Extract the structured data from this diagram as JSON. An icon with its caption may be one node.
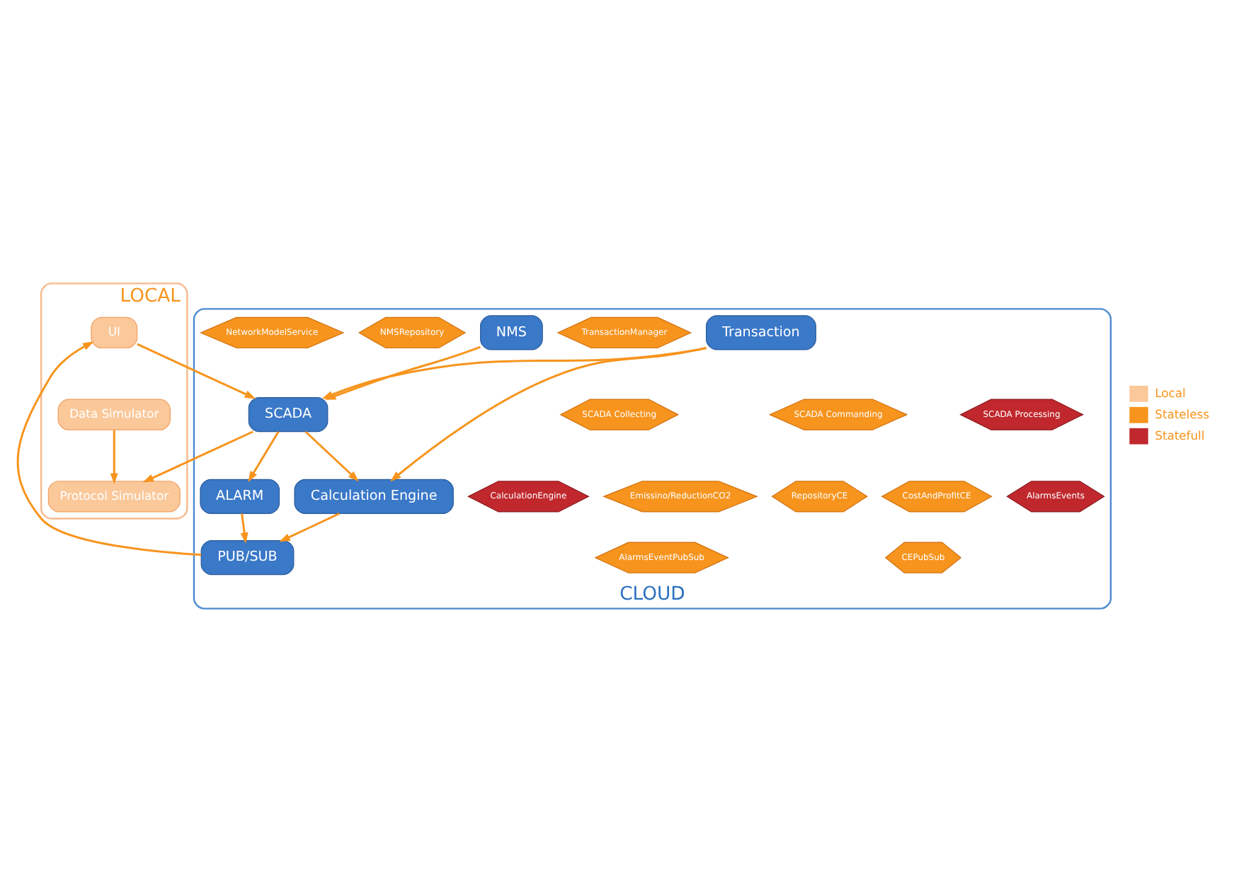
{
  "diagram": {
    "nodes": [
      {
        "text": [
          "LOCAL"
        ]
      },
      {
        "text": [
          "Data Simulator"
        ],
        "in": 0
      },
      {
        "text": [
          "Protocol Simulator"
        ],
        "in": 0
      },
      {
        "text": [
          "UI"
        ],
        "in": 0
      },
      {
        "text": [
          "CLOUD"
        ]
      },
      {
        "text": [
          "SCADA"
        ],
        "in": 4
      },
      {
        "text": [
          "SCADA Processing"
        ],
        "in": 4
      },
      {
        "text": [
          "SCADA Commanding"
        ],
        "in": 4
      },
      {
        "text": [
          "SCADA Collecting"
        ],
        "in": 4
      },
      {
        "text": [
          "PUB/SUB"
        ],
        "in": 4
      },
      {
        "text": [
          "CEPubSub"
        ],
        "in": 4
      },
      {
        "text": [
          "AlarmsEventPubSub"
        ],
        "in": 4
      },
      {
        "text": [
          "ALARM"
        ],
        "in": 4
      },
      {
        "text": [
          "AlarmsEvents"
        ],
        "in": 4
      },
      {
        "text": [
          "Transaction"
        ],
        "in": 4
      },
      {
        "text": [
          "TransactionManager"
        ],
        "in": 4
      },
      {
        "text": [
          "Calculation Engine"
        ],
        "in": 4
      },
      {
        "text": [
          "CostAndProfitCE"
        ],
        "in": 4
      },
      {
        "text": [
          "RepositoryCE"
        ],
        "in": 4
      },
      {
        "text": [
          "Emissino/ReductionCO2"
        ],
        "in": 4
      },
      {
        "text": [
          "CalculationEngine"
        ],
        "in": 4
      },
      {
        "text": [
          "NMS"
        ],
        "in": 4
      },
      {
        "text": [
          "NMSRepository"
        ],
        "in": 4
      },
      {
        "text": [
          "NetworkModelService"
        ],
        "in": 4
      }
    ],
    "edges": [
      {
        "from": 1,
        "to": 2,
        "arrow": "to"
      },
      {
        "from": 5,
        "to": 2,
        "arrow": "to"
      },
      {
        "from": 3,
        "to": 5,
        "arrow": "to"
      },
      {
        "from": 9,
        "to": 3,
        "arrow": "to"
      },
      {
        "from": 5,
        "to": 12,
        "arrow": "to"
      },
      {
        "from": 5,
        "to": 16,
        "arrow": "to"
      },
      {
        "from": 14,
        "to": 5,
        "arrow": "to"
      },
      {
        "from": 14,
        "to": 16,
        "arrow": "to"
      },
      {
        "from": 21,
        "to": 5,
        "arrow": "to"
      },
      {
        "from": 16,
        "to": 9,
        "arrow": "to"
      },
      {
        "from": 12,
        "to": 9,
        "arrow": "to"
      }
    ],
    "legend": [
      {
        "text": "Local",
        "color": "#fbc89a"
      },
      {
        "text": "Stateless",
        "color": "#f7941d"
      },
      {
        "text": "Statefull",
        "color": "#c0282d"
      }
    ]
  }
}
